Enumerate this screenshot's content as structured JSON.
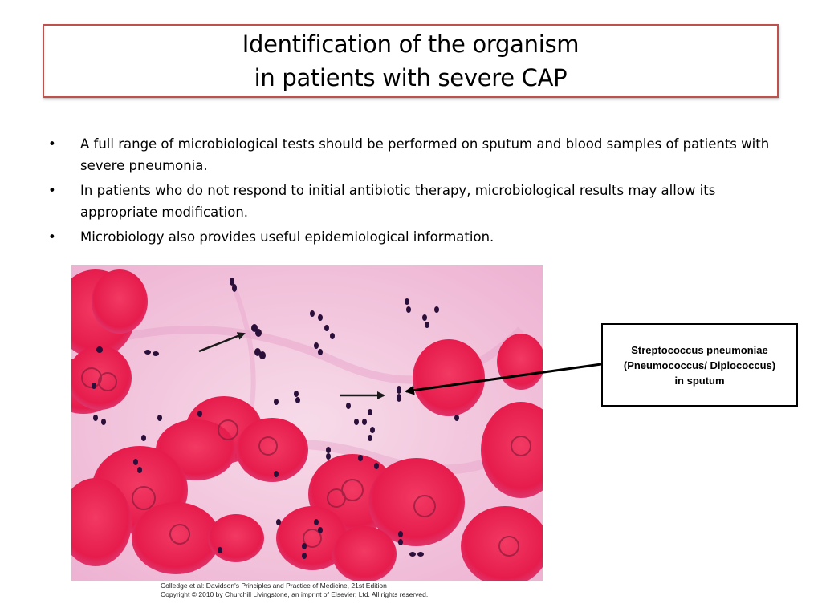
{
  "slide": {
    "title_lines": [
      "Identification of the organism",
      "in patients with severe CAP"
    ],
    "bullets": [
      "A full range of microbiological tests should be performed on sputum and blood samples of patients with severe pneumonia.",
      "In patients who do not respond to initial antibiotic therapy, microbiological results may allow its appropriate modification.",
      "Microbiology also provides useful epidemiological information."
    ],
    "bullet_symbol": "•",
    "callout_lines": [
      "Streptococcus pneumoniae",
      "(Pneumococcus/ Diplococcus)",
      "in sputum"
    ],
    "credit_lines": [
      "Colledge et al: Davidson's Principles and Practice of Medicine, 21st Edition",
      "Copyright © 2010 by Churchill Livingstone, an imprint of Elsevier, Ltd. All rights reserved."
    ]
  },
  "colors": {
    "title_border": "#c0504d",
    "stain_background": "#f3c4dd",
    "cell_red": "#e8204f",
    "bacteria": "#2a0f3a"
  }
}
